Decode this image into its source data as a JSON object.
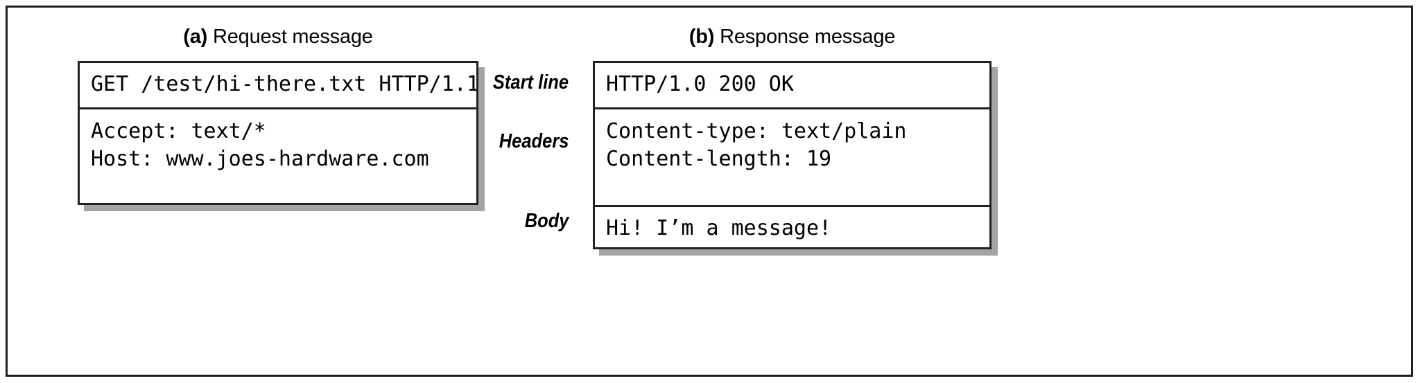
{
  "figure": {
    "request": {
      "caption_letter": "(a)",
      "caption_text": " Request message",
      "start_line": "GET /test/hi-there.txt HTTP/1.1",
      "headers": "Accept: text/*\nHost: www.joes-hardware.com",
      "body": ""
    },
    "response": {
      "caption_letter": "(b)",
      "caption_text": " Response message",
      "start_line": "HTTP/1.0 200 OK",
      "headers": "Content-type: text/plain\nContent-length: 19",
      "body": "Hi! I’m a message!"
    },
    "annotations": {
      "start_line": "Start line",
      "headers": "Headers",
      "body": "Body"
    },
    "colors": {
      "ink": "#231f20",
      "paper": "#ffffff",
      "shadow": "#8c8c8c"
    }
  }
}
